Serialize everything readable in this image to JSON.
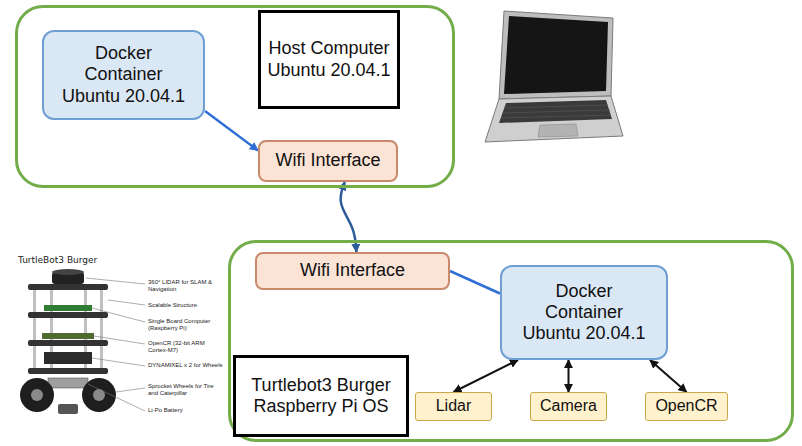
{
  "diagram": {
    "nodes": [
      {
        "text": [
          "Host Computer Ubuntu 20.04.1"
        ]
      },
      {
        "text": [
          "Docker Container Ubuntu 20.04.1"
        ],
        "in": 0
      },
      {
        "text": [
          "Wifi Interface"
        ],
        "in": 0
      },
      {
        "text": [
          "Turtlebot3 Burger Raspberry Pi OS"
        ]
      },
      {
        "text": [
          "Wifi Interface"
        ],
        "in": 3
      },
      {
        "text": [
          "Docker Container Ubuntu 20.04.1"
        ],
        "in": 3
      },
      {
        "text": [
          "Lidar"
        ],
        "in": 3
      },
      {
        "text": [
          "Camera"
        ],
        "in": 3
      },
      {
        "text": [
          "OpenCR"
        ],
        "in": 3
      }
    ],
    "edges": [
      {
        "from": 1,
        "to": 2,
        "arrow": "to"
      },
      {
        "from": 4,
        "to": 5,
        "arrow": "none"
      },
      {
        "from": 2,
        "to": 4,
        "arrow": "both"
      },
      {
        "from": 5,
        "to": 6,
        "arrow": "both"
      },
      {
        "from": 5,
        "to": 7,
        "arrow": "both"
      },
      {
        "from": 5,
        "to": 8,
        "arrow": "both"
      }
    ],
    "labels": [
      "TurtleBot3 Burger",
      "360° LIDAR for SLAM & Navigation",
      "Scalable Structure",
      "Single Board Computer (Raspberry Pi)",
      "OpenCR (32-bit ARM Cortex-M7)",
      "DYNAMIXEL x 2 for Wheels",
      "Sprocket Wheels for Tire and Caterpillar",
      "Li-Po Battery"
    ]
  }
}
